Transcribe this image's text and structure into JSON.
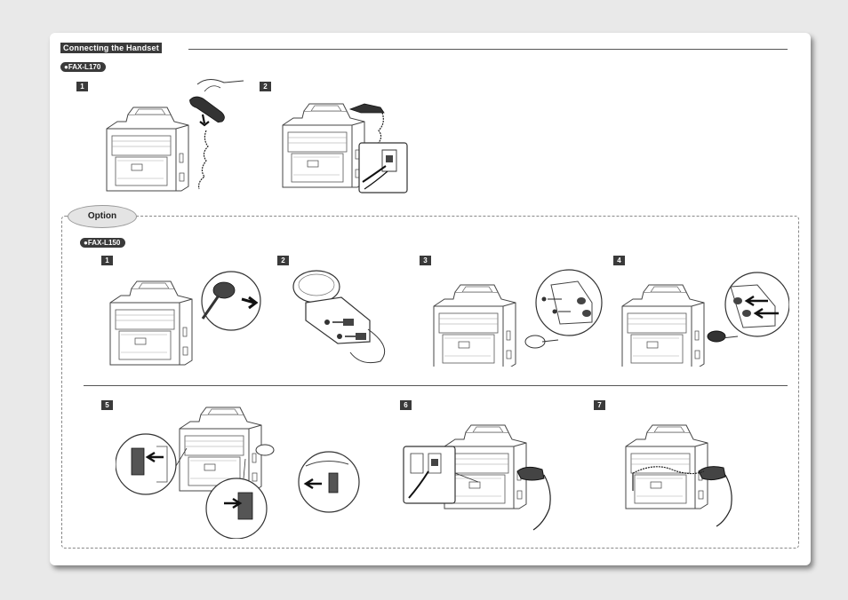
{
  "section": {
    "title": "Connecting the Handset"
  },
  "fax_l170": {
    "model_label": "●FAX-L170",
    "steps": [
      "1",
      "2"
    ]
  },
  "option": {
    "badge_label": "Option",
    "fax_l150": {
      "model_label": "●FAX-L150",
      "steps": [
        "1",
        "2",
        "3",
        "4",
        "5",
        "6",
        "7"
      ]
    }
  },
  "colors": {
    "label_bg": "#3a3a3a",
    "page_bg": "#ffffff",
    "backdrop": "#e9e9e9"
  }
}
